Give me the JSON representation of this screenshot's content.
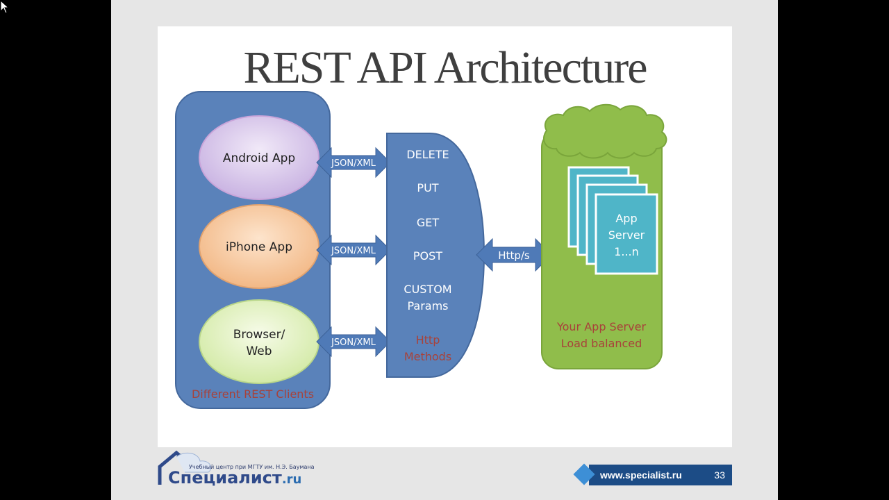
{
  "slide": {
    "title": "REST API Architecture"
  },
  "clients": {
    "items": [
      "Android App",
      "iPhone App",
      "Browser/",
      "Web"
    ],
    "group_label": "Different REST Clients"
  },
  "arrows": {
    "client_format": "JSON/XML",
    "server_protocol": "Http/s"
  },
  "methods": {
    "items": [
      "DELETE",
      "PUT",
      "GET",
      "POST",
      "CUSTOM",
      "Params"
    ],
    "group_label_line1": "Http",
    "group_label_line2": "Methods"
  },
  "server": {
    "card_line1": "App",
    "card_line2": "Server",
    "card_line3": "1...n",
    "label_line1": "Your App Server",
    "label_line2": "Load balanced"
  },
  "footer": {
    "logo_caption": "Учебный центр при МГТУ им. Н.Э. Баумана",
    "logo_name": "Специалист",
    "logo_suffix": ".ru",
    "url": "www.specialist.ru",
    "page_number": "33"
  },
  "colors": {
    "panel_blue": "#5a82ba",
    "arrow_blue": "#4f7ab7",
    "green_panel": "#90bd4b",
    "card_teal": "#4fb5c8",
    "android_oval": "#d4c4e8",
    "iphone_oval": "#f4c8a0",
    "browser_oval": "#e2f1c4",
    "accent_red": "#a8423a",
    "footer_blue": "#1c4c86"
  }
}
